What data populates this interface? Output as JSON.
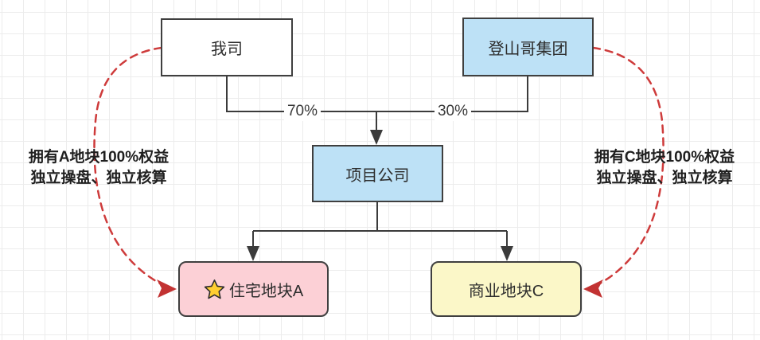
{
  "diagram": {
    "nodes": {
      "our_company": {
        "label": "我司",
        "fill": "#ffffff"
      },
      "dengshan_group": {
        "label": "登山哥集团",
        "fill": "#bde1f6"
      },
      "project_company": {
        "label": "项目公司",
        "fill": "#bde1f6"
      },
      "residential_plot_a": {
        "label": "住宅地块A",
        "fill": "#fcd0d6",
        "icon": "star-icon"
      },
      "commercial_plot_c": {
        "label": "商业地块C",
        "fill": "#fbf7c8"
      }
    },
    "edge_labels": {
      "our_company_to_project": "70%",
      "dengshan_to_project": "30%"
    },
    "annotations": {
      "left": {
        "line1": "拥有A地块100%权益",
        "line2": "独立操盘、独立核算"
      },
      "right": {
        "line1": "拥有C地块100%权益",
        "line2": "独立操盘、独立核算"
      }
    },
    "colors": {
      "node_border": "#3f3f3f",
      "connector": "#3b3b3b",
      "red_dashed": "#ce3b3b",
      "red_arrowhead": "#c23232",
      "star": "#ffce31",
      "grid_line": "#ececec"
    }
  }
}
